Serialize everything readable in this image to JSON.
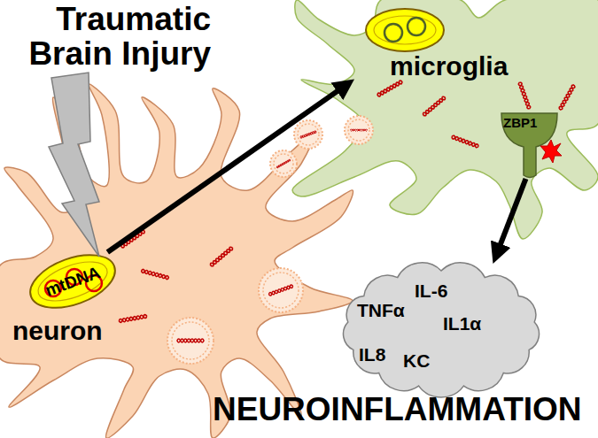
{
  "diagram": {
    "nodes": [
      {
        "text": [
          "neuron"
        ]
      },
      {
        "text": [
          "mtDNA"
        ],
        "in": 0
      },
      {
        "text": [
          "microglia"
        ]
      },
      {
        "text": [
          "ZBP1"
        ],
        "in": 2
      },
      {
        "text": [
          "IL-6",
          "TNFα",
          "IL1α",
          "IL8",
          "KC"
        ]
      }
    ],
    "edges": [
      {
        "from": 1,
        "to": 2,
        "arrow": "to"
      },
      {
        "from": 3,
        "to": 4,
        "arrow": "to"
      }
    ],
    "labels": [
      "Traumatic Brain Injury",
      "NEUROINFLAMMATION"
    ]
  }
}
